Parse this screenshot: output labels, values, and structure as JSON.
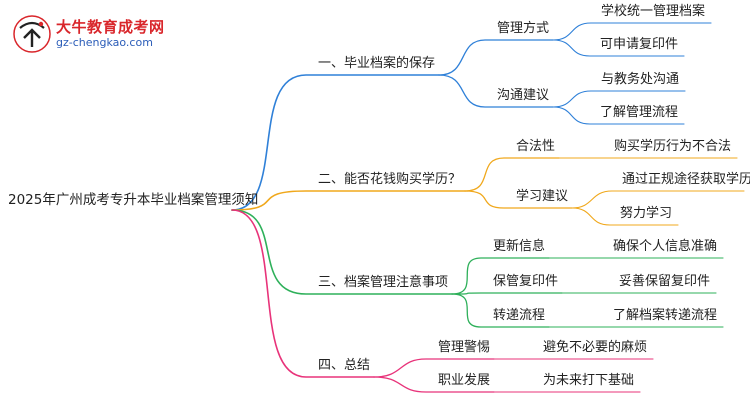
{
  "logo": {
    "title": "大牛教育成考网",
    "url": "gz-chengkao.com"
  },
  "root": {
    "label": "2025年广州成考专升本毕业档案管理须知"
  },
  "branches": [
    {
      "label": "一、毕业档案的保存",
      "color": "#2f80d8",
      "children": [
        {
          "label": "管理方式",
          "leaves": [
            "学校统一管理档案",
            "可申请复印件"
          ]
        },
        {
          "label": "沟通建议",
          "leaves": [
            "与教务处沟通",
            "了解管理流程"
          ]
        }
      ]
    },
    {
      "label": "二、能否花钱购买学历？",
      "color": "#f0a81c",
      "children": [
        {
          "label": "合法性",
          "leaves": [
            "购买学历行为不合法"
          ]
        },
        {
          "label": "学习建议",
          "leaves": [
            "通过正规途径获取学历",
            "努力学习"
          ]
        }
      ]
    },
    {
      "label": "三、档案管理注意事项",
      "color": "#2eb05a",
      "children": [
        {
          "label": "更新信息",
          "leaves": [
            "确保个人信息准确"
          ]
        },
        {
          "label": "保管复印件",
          "leaves": [
            "妥善保留复印件"
          ]
        },
        {
          "label": "转递流程",
          "leaves": [
            "了解档案转递流程"
          ]
        }
      ]
    },
    {
      "label": "四、总结",
      "color": "#e8337a",
      "children": [
        {
          "label": "管理警惕",
          "leaves": [
            "避免不必要的麻烦"
          ]
        },
        {
          "label": "职业发展",
          "leaves": [
            "为未来打下基础"
          ]
        }
      ]
    }
  ]
}
